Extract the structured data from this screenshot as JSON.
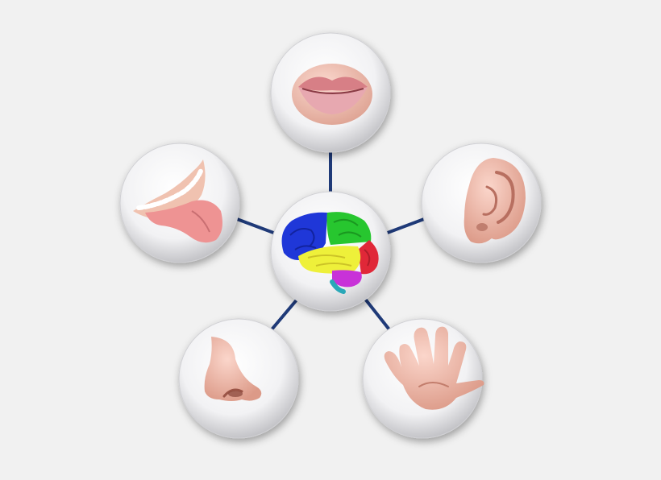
{
  "diagram": {
    "hub": {
      "icon": "brain-icon"
    },
    "nodes": [
      {
        "id": "mouth",
        "icon": "lips-icon"
      },
      {
        "id": "tongue",
        "icon": "tongue-icon"
      },
      {
        "id": "ear",
        "icon": "ear-icon"
      },
      {
        "id": "nose",
        "icon": "nose-icon"
      },
      {
        "id": "hand",
        "icon": "hand-icon"
      }
    ],
    "colors": {
      "background": "#f1f1f1",
      "connector": "#1f3a78",
      "bubble_light": "#ffffff",
      "bubble_shade": "#c9c9cc",
      "skin": "#f0b8a8",
      "skin_dark": "#d98f7e",
      "lips": "#d9828a",
      "tongue": "#ec9393",
      "brain_blue": "#1f37d8",
      "brain_green": "#27c62f",
      "brain_yellow": "#eef03a",
      "brain_red": "#e02838",
      "brain_purple": "#c832d8",
      "brain_stem": "#2aa8b8"
    }
  }
}
